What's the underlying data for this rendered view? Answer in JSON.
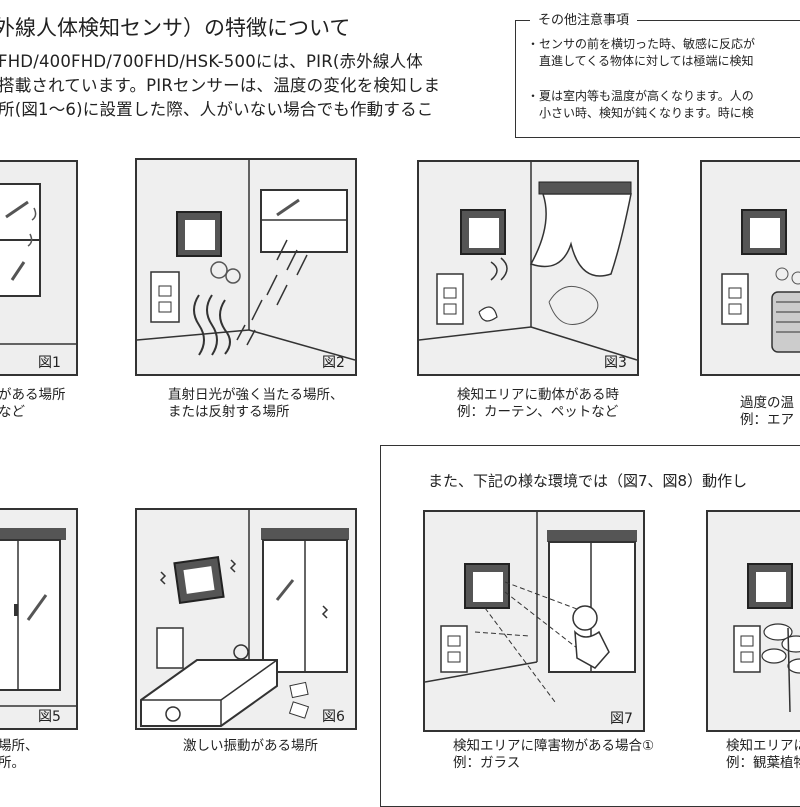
{
  "header": {
    "title": "外線人体検知センサ）の特徴について",
    "intro": [
      "FHD/400FHD/700FHD/HSK-500には、PIR(赤外線人体",
      "搭載されています。PIRセンサーは、温度の変化を検知しま",
      "所(図1～6)に設置した際、人がいない場合でも作動するこ"
    ]
  },
  "notes": {
    "heading": "その他注意事項",
    "items": [
      "・センサの前を横切った時、敏感に反応が",
      "　直進してくる物体に対しては極端に検知",
      "・夏は室内等も温度が高くなります。人の",
      "　小さい時、検知が鈍くなります。時に検"
    ]
  },
  "figures": [
    {
      "label": "図1",
      "caption": [
        "がある場所",
        "など"
      ]
    },
    {
      "label": "図2",
      "caption": [
        "直射日光が強く当たる場所、",
        "または反射する場所"
      ]
    },
    {
      "label": "図3",
      "caption": [
        "検知エリアに動体がある時",
        "例：カーテン、ペットなど"
      ]
    },
    {
      "label": "",
      "caption": [
        "過度の温",
        "例：エア"
      ]
    },
    {
      "label": "図5",
      "caption": [
        "場所、",
        "所。"
      ]
    },
    {
      "label": "図6",
      "caption": [
        "激しい振動がある場所",
        ""
      ]
    },
    {
      "label": "図7",
      "caption": [
        "検知エリアに障害物がある場合①",
        "例：ガラス"
      ]
    },
    {
      "label": "",
      "caption": [
        "検知エリアに",
        "例：観葉植物"
      ]
    }
  ],
  "section2": {
    "heading": "また、下記の様な環境では（図7、図8）動作し"
  }
}
